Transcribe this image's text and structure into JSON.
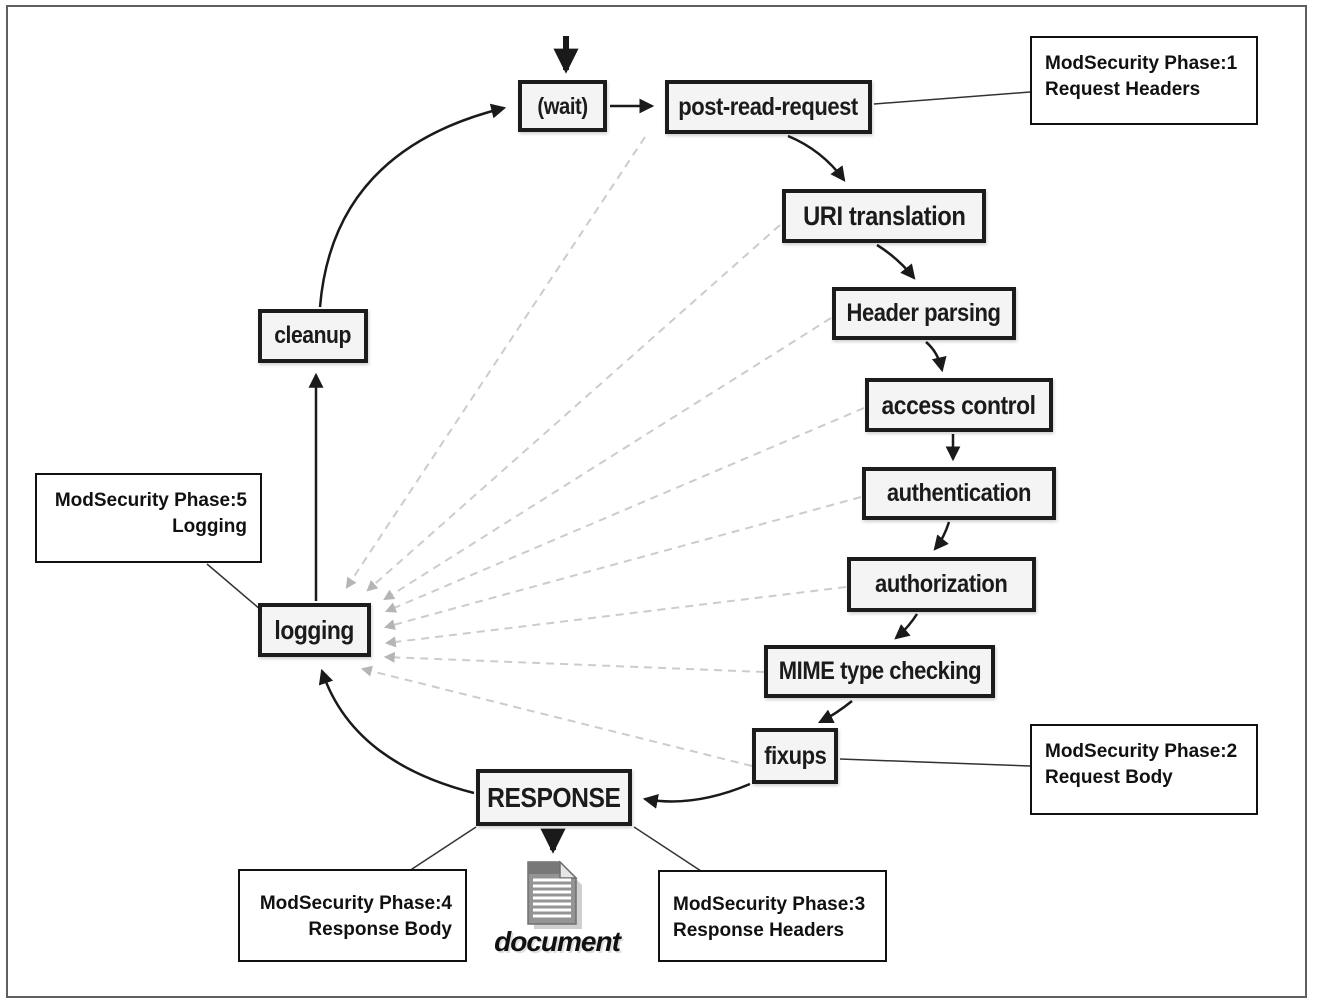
{
  "diagram": {
    "nodes": [
      {
        "id": "wait",
        "label": "(wait)"
      },
      {
        "id": "post-read-request",
        "label": "post-read-request"
      },
      {
        "id": "uri-translation",
        "label": "URI translation"
      },
      {
        "id": "header-parsing",
        "label": "Header parsing"
      },
      {
        "id": "access-control",
        "label": "access control"
      },
      {
        "id": "authentication",
        "label": "authentication"
      },
      {
        "id": "authorization",
        "label": "authorization"
      },
      {
        "id": "mime-type-checking",
        "label": "MIME type checking"
      },
      {
        "id": "fixups",
        "label": "fixups"
      },
      {
        "id": "response",
        "label": "RESPONSE"
      },
      {
        "id": "logging",
        "label": "logging"
      },
      {
        "id": "cleanup",
        "label": "cleanup"
      }
    ],
    "annotations": [
      {
        "id": "phase1",
        "line1": "ModSecurity Phase:1",
        "line2": "Request Headers"
      },
      {
        "id": "phase2",
        "line1": "ModSecurity Phase:2",
        "line2": "Request Body"
      },
      {
        "id": "phase3",
        "line1": "ModSecurity Phase:3",
        "line2": "Response Headers"
      },
      {
        "id": "phase4",
        "line1": "ModSecurity Phase:4",
        "line2": "Response Body"
      },
      {
        "id": "phase5",
        "line1": "ModSecurity Phase:5",
        "line2": "Logging"
      }
    ],
    "document_label": "document",
    "icons": {
      "document_icon": "page-with-folded-corner"
    },
    "colors": {
      "node_fill": "#f4f4f4",
      "node_border": "#1c1c1c",
      "arrow": "#1a1a1a",
      "dashed_line": "#cccccc",
      "dashed_arrowhead": "#b5b5b5",
      "frame_border": "#5f5f5f",
      "annotation_border": "#111111",
      "doc_icon_gray": "#949494"
    }
  }
}
